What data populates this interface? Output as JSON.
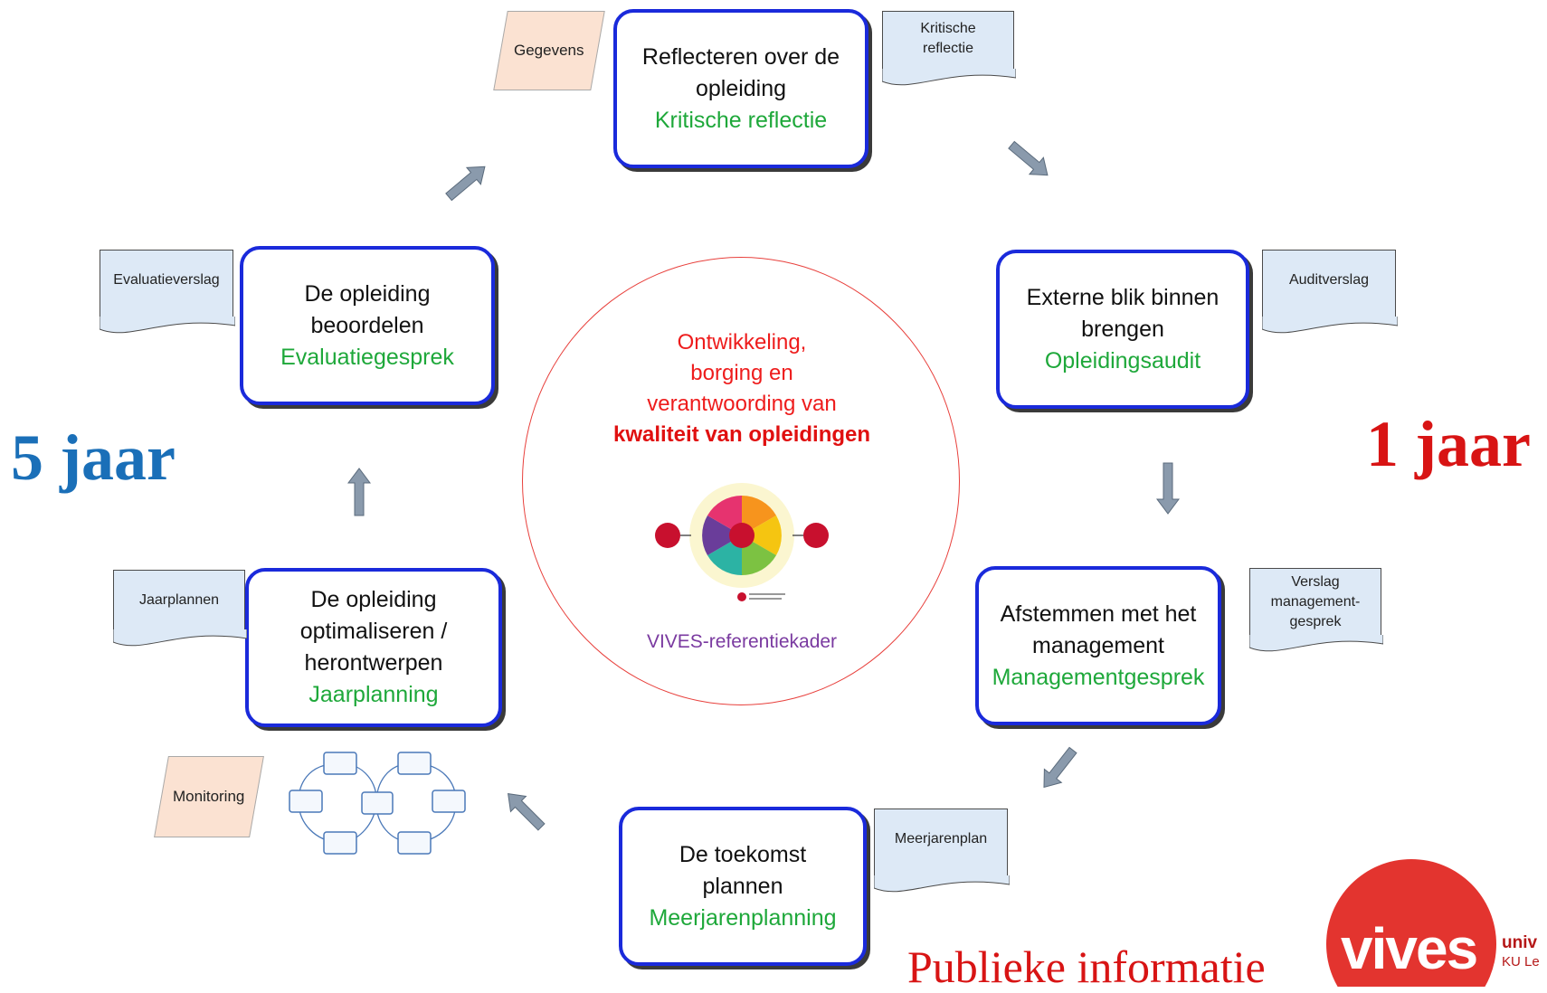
{
  "steps": {
    "reflect": {
      "line1": "Reflecteren over de",
      "line2": "opleiding",
      "sub": "Kritische reflectie"
    },
    "external": {
      "line1": "Externe blik binnen",
      "line2": "brengen",
      "sub": "Opleidingsaudit"
    },
    "align": {
      "line1": "Afstemmen met het",
      "line2": "management",
      "sub": "Managementgesprek"
    },
    "future": {
      "line1": "De toekomst",
      "line2": "plannen",
      "sub": "Meerjarenplanning"
    },
    "optimize": {
      "line1": "De opleiding",
      "line2": "optimaliseren /",
      "line3": "herontwerpen",
      "sub": "Jaarplanning"
    },
    "evaluate": {
      "line1": "De opleiding",
      "line2": "beoordelen",
      "sub": "Evaluatiegesprek"
    }
  },
  "documents": {
    "critical": {
      "line1": "Kritische",
      "line2": "reflectie"
    },
    "audit": {
      "line1": "Auditverslag"
    },
    "mgmt": {
      "line1": "Verslag",
      "line2": "management-",
      "line3": "gesprek"
    },
    "multiyear": {
      "line1": "Meerjarenplan"
    },
    "yearplans": {
      "line1": "Jaarplannen"
    },
    "evalreport": {
      "line1": "Evaluatieverslag"
    }
  },
  "data_inputs": {
    "gegevens": "Gegevens",
    "monitoring": "Monitoring"
  },
  "center": {
    "line1": "Ontwikkeling,",
    "line2": "borging en",
    "line3": "verantwoording van",
    "bold": "kwaliteit van opleidingen",
    "framework_label": "VIVES-referentiekader"
  },
  "cycle_labels": {
    "five_year": "5 jaar",
    "one_year": "1 jaar"
  },
  "public_info": "Publieke informatie",
  "logo": {
    "name": "vives",
    "line1": "univ",
    "line2": "KU Le"
  },
  "colors": {
    "box_border": "#1a2adb",
    "green": "#1ea83a",
    "red": "#d81414",
    "blue": "#1a6fb8",
    "doc_fill": "#dde9f6",
    "data_fill": "#fbe2d2"
  }
}
